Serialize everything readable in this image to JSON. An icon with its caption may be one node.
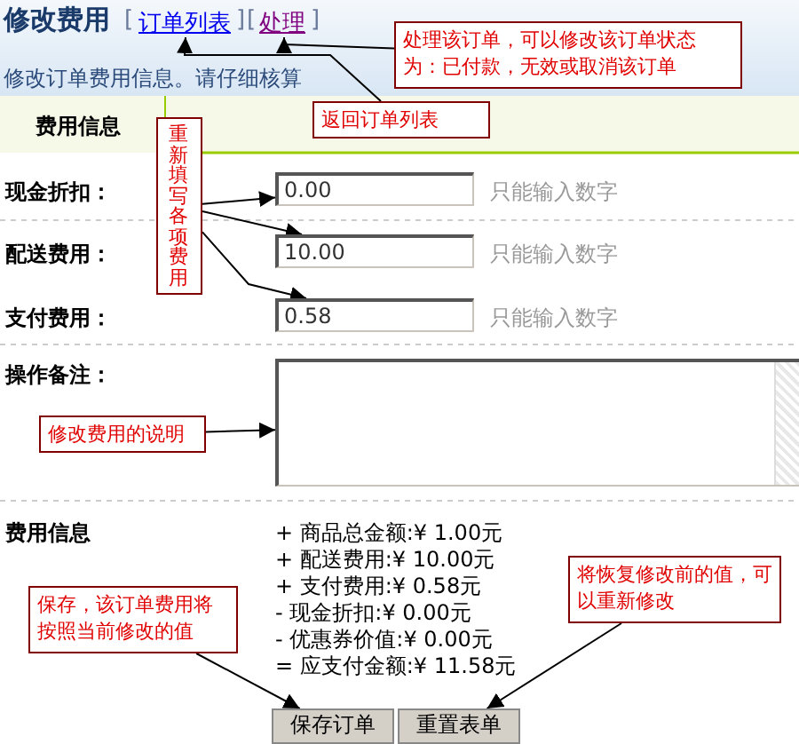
{
  "diagram": {
    "title": "修改费用",
    "nodes": [
      {
        "text": [
          "订单列表"
        ]
      },
      {
        "text": [
          "处理"
        ]
      },
      {
        "text": [
          "返回订单列表"
        ]
      },
      {
        "text": [
          "处理该订单，可以修改该订单状态为：已付款，无效或取消该订单"
        ]
      },
      {
        "text": [
          "重新填写各项费用"
        ]
      },
      {
        "text": [
          "0.00"
        ]
      },
      {
        "text": [
          "10.00"
        ]
      },
      {
        "text": [
          "0.58"
        ]
      },
      {
        "text": [],
        "shape": "box"
      },
      {
        "text": [
          "修改费用的说明"
        ]
      },
      {
        "text": [
          "保存，该订单费用将按照当前修改的值"
        ]
      },
      {
        "text": [
          "将恢复修改前的值，可以重新修改"
        ]
      },
      {
        "text": [
          "保存订单"
        ]
      },
      {
        "text": [
          "重置表单"
        ]
      }
    ],
    "edges": [
      {
        "from": 2,
        "to": 0,
        "arrow": "to"
      },
      {
        "from": 3,
        "to": 1,
        "arrow": "to"
      },
      {
        "from": 4,
        "to": 5,
        "arrow": "to"
      },
      {
        "from": 4,
        "to": 6,
        "arrow": "to"
      },
      {
        "from": 4,
        "to": 7,
        "arrow": "to"
      },
      {
        "from": 9,
        "to": 8,
        "arrow": "to"
      },
      {
        "from": 10,
        "to": 12,
        "arrow": "to"
      },
      {
        "from": 11,
        "to": 13,
        "arrow": "to"
      }
    ],
    "labels": [
      "[",
      "]",
      "[",
      "]",
      "修改订单费用信息。请仔细核算",
      "费用信息",
      "现金折扣：",
      "只能输入数字",
      "配送费用：",
      "只能输入数字",
      "支付费用：",
      "只能输入数字",
      "操作备注：",
      "费用信息",
      "+ 商品总金额:¥ 1.00元",
      "+ 配送费用:¥ 10.00元",
      "+ 支付费用:¥ 0.58元",
      "- 现金折扣:¥ 0.00元",
      "- 优惠券价值:¥ 0.00元",
      "= 应支付金额:¥ 11.58元"
    ]
  }
}
